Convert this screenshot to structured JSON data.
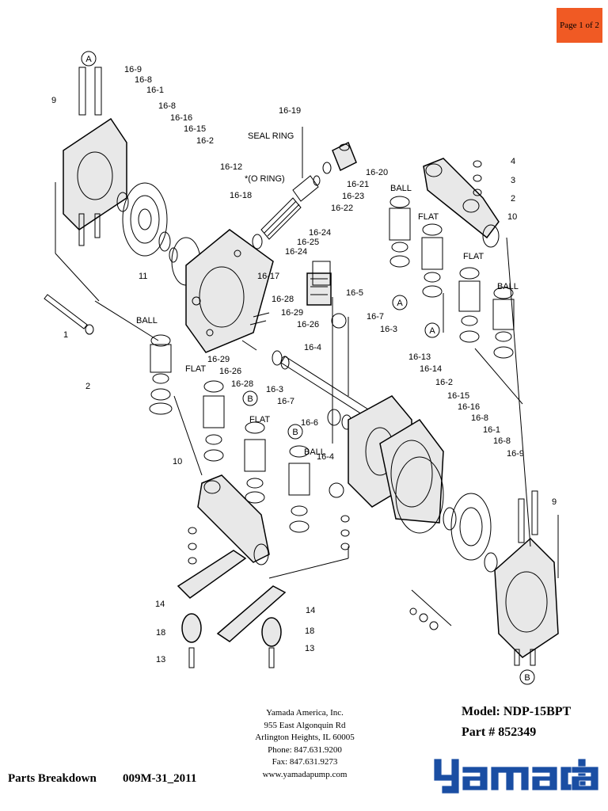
{
  "page_badge": "Page 1 of 2",
  "diagram": {
    "callouts": [
      {
        "id": "A1",
        "text": "A"
      },
      {
        "id": "n9a",
        "text": "9"
      },
      {
        "id": "c16-9a",
        "text": "16-9"
      },
      {
        "id": "c16-8a",
        "text": "16-8"
      },
      {
        "id": "c16-1a",
        "text": "16-1"
      },
      {
        "id": "c16-8b",
        "text": "16-8"
      },
      {
        "id": "c16-16a",
        "text": "16-16"
      },
      {
        "id": "c16-15a",
        "text": "16-15"
      },
      {
        "id": "c16-2a",
        "text": "16-2"
      },
      {
        "id": "c16-19",
        "text": "16-19"
      },
      {
        "id": "seal",
        "text": "SEAL RING"
      },
      {
        "id": "c16-12",
        "text": "16-12"
      },
      {
        "id": "oring",
        "text": "*(O RING)"
      },
      {
        "id": "c16-18",
        "text": "16-18"
      },
      {
        "id": "c16-20",
        "text": "16-20"
      },
      {
        "id": "c16-21",
        "text": "16-21"
      },
      {
        "id": "c16-23",
        "text": "16-23"
      },
      {
        "id": "c16-22",
        "text": "16-22"
      },
      {
        "id": "c16-24a",
        "text": "16-24"
      },
      {
        "id": "c16-25",
        "text": "16-25"
      },
      {
        "id": "c16-24b",
        "text": "16-24"
      },
      {
        "id": "c16-17",
        "text": "16-17"
      },
      {
        "id": "c16-28a",
        "text": "16-28"
      },
      {
        "id": "c16-29a",
        "text": "16-29"
      },
      {
        "id": "c16-26a",
        "text": "16-26"
      },
      {
        "id": "c16-5",
        "text": "16-5"
      },
      {
        "id": "c16-7a",
        "text": "16-7"
      },
      {
        "id": "c16-3a",
        "text": "16-3"
      },
      {
        "id": "c16-4a",
        "text": "16-4"
      },
      {
        "id": "c16-29b",
        "text": "16-29"
      },
      {
        "id": "c16-26b",
        "text": "16-26"
      },
      {
        "id": "c16-28b",
        "text": "16-28"
      },
      {
        "id": "c16-3b",
        "text": "16-3"
      },
      {
        "id": "c16-7b",
        "text": "16-7"
      },
      {
        "id": "c16-6",
        "text": "16-6"
      },
      {
        "id": "c16-4b",
        "text": "16-4"
      },
      {
        "id": "n11",
        "text": "11"
      },
      {
        "id": "n1",
        "text": "1"
      },
      {
        "id": "n2a",
        "text": "2"
      },
      {
        "id": "ball1",
        "text": "BALL"
      },
      {
        "id": "flat1",
        "text": "FLAT"
      },
      {
        "id": "n10a",
        "text": "10"
      },
      {
        "id": "ball2",
        "text": "BALL"
      },
      {
        "id": "flat2",
        "text": "FLAT"
      },
      {
        "id": "ball3",
        "text": "BALL"
      },
      {
        "id": "flat3",
        "text": "FLAT"
      },
      {
        "id": "ball4",
        "text": "BALL"
      },
      {
        "id": "flat4",
        "text": "FLAT"
      },
      {
        "id": "n10b",
        "text": "10"
      },
      {
        "id": "n4a",
        "text": "4"
      },
      {
        "id": "n3a",
        "text": "3"
      },
      {
        "id": "n2b",
        "text": "2"
      },
      {
        "id": "c16-13",
        "text": "16-13"
      },
      {
        "id": "c16-14",
        "text": "16-14"
      },
      {
        "id": "c16-2b",
        "text": "16-2"
      },
      {
        "id": "c16-15b",
        "text": "16-15"
      },
      {
        "id": "c16-16b",
        "text": "16-16"
      },
      {
        "id": "c16-8c",
        "text": "16-8"
      },
      {
        "id": "c16-1b",
        "text": "16-1"
      },
      {
        "id": "c16-8d",
        "text": "16-8"
      },
      {
        "id": "c16-9b",
        "text": "16-9"
      },
      {
        "id": "n9b",
        "text": "9"
      },
      {
        "id": "n14a",
        "text": "14"
      },
      {
        "id": "n14b",
        "text": "14"
      },
      {
        "id": "n18a",
        "text": "18"
      },
      {
        "id": "n18b",
        "text": "18"
      },
      {
        "id": "n13a",
        "text": "13"
      },
      {
        "id": "n13b",
        "text": "13"
      },
      {
        "id": "B1",
        "text": "B"
      },
      {
        "id": "B2",
        "text": "B"
      },
      {
        "id": "B3",
        "text": "B"
      },
      {
        "id": "A2",
        "text": "A"
      },
      {
        "id": "A3",
        "text": "A"
      }
    ]
  },
  "footer": {
    "parts_breakdown": "Parts Breakdown",
    "doc_code": "009M-31_2011",
    "company": [
      "Yamada America, Inc.",
      "955 East Algonquin Rd",
      "Arlington Heights, IL 60005",
      "Phone: 847.631.9200",
      "Fax: 847.631.9273",
      "www.yamadapump.com"
    ],
    "model": "Model: NDP-15BPT",
    "part": "Part # 852349",
    "logo_text": "yamada"
  },
  "colors": {
    "badge": "#f05a24",
    "logo_blue": "#1a4ea3"
  }
}
